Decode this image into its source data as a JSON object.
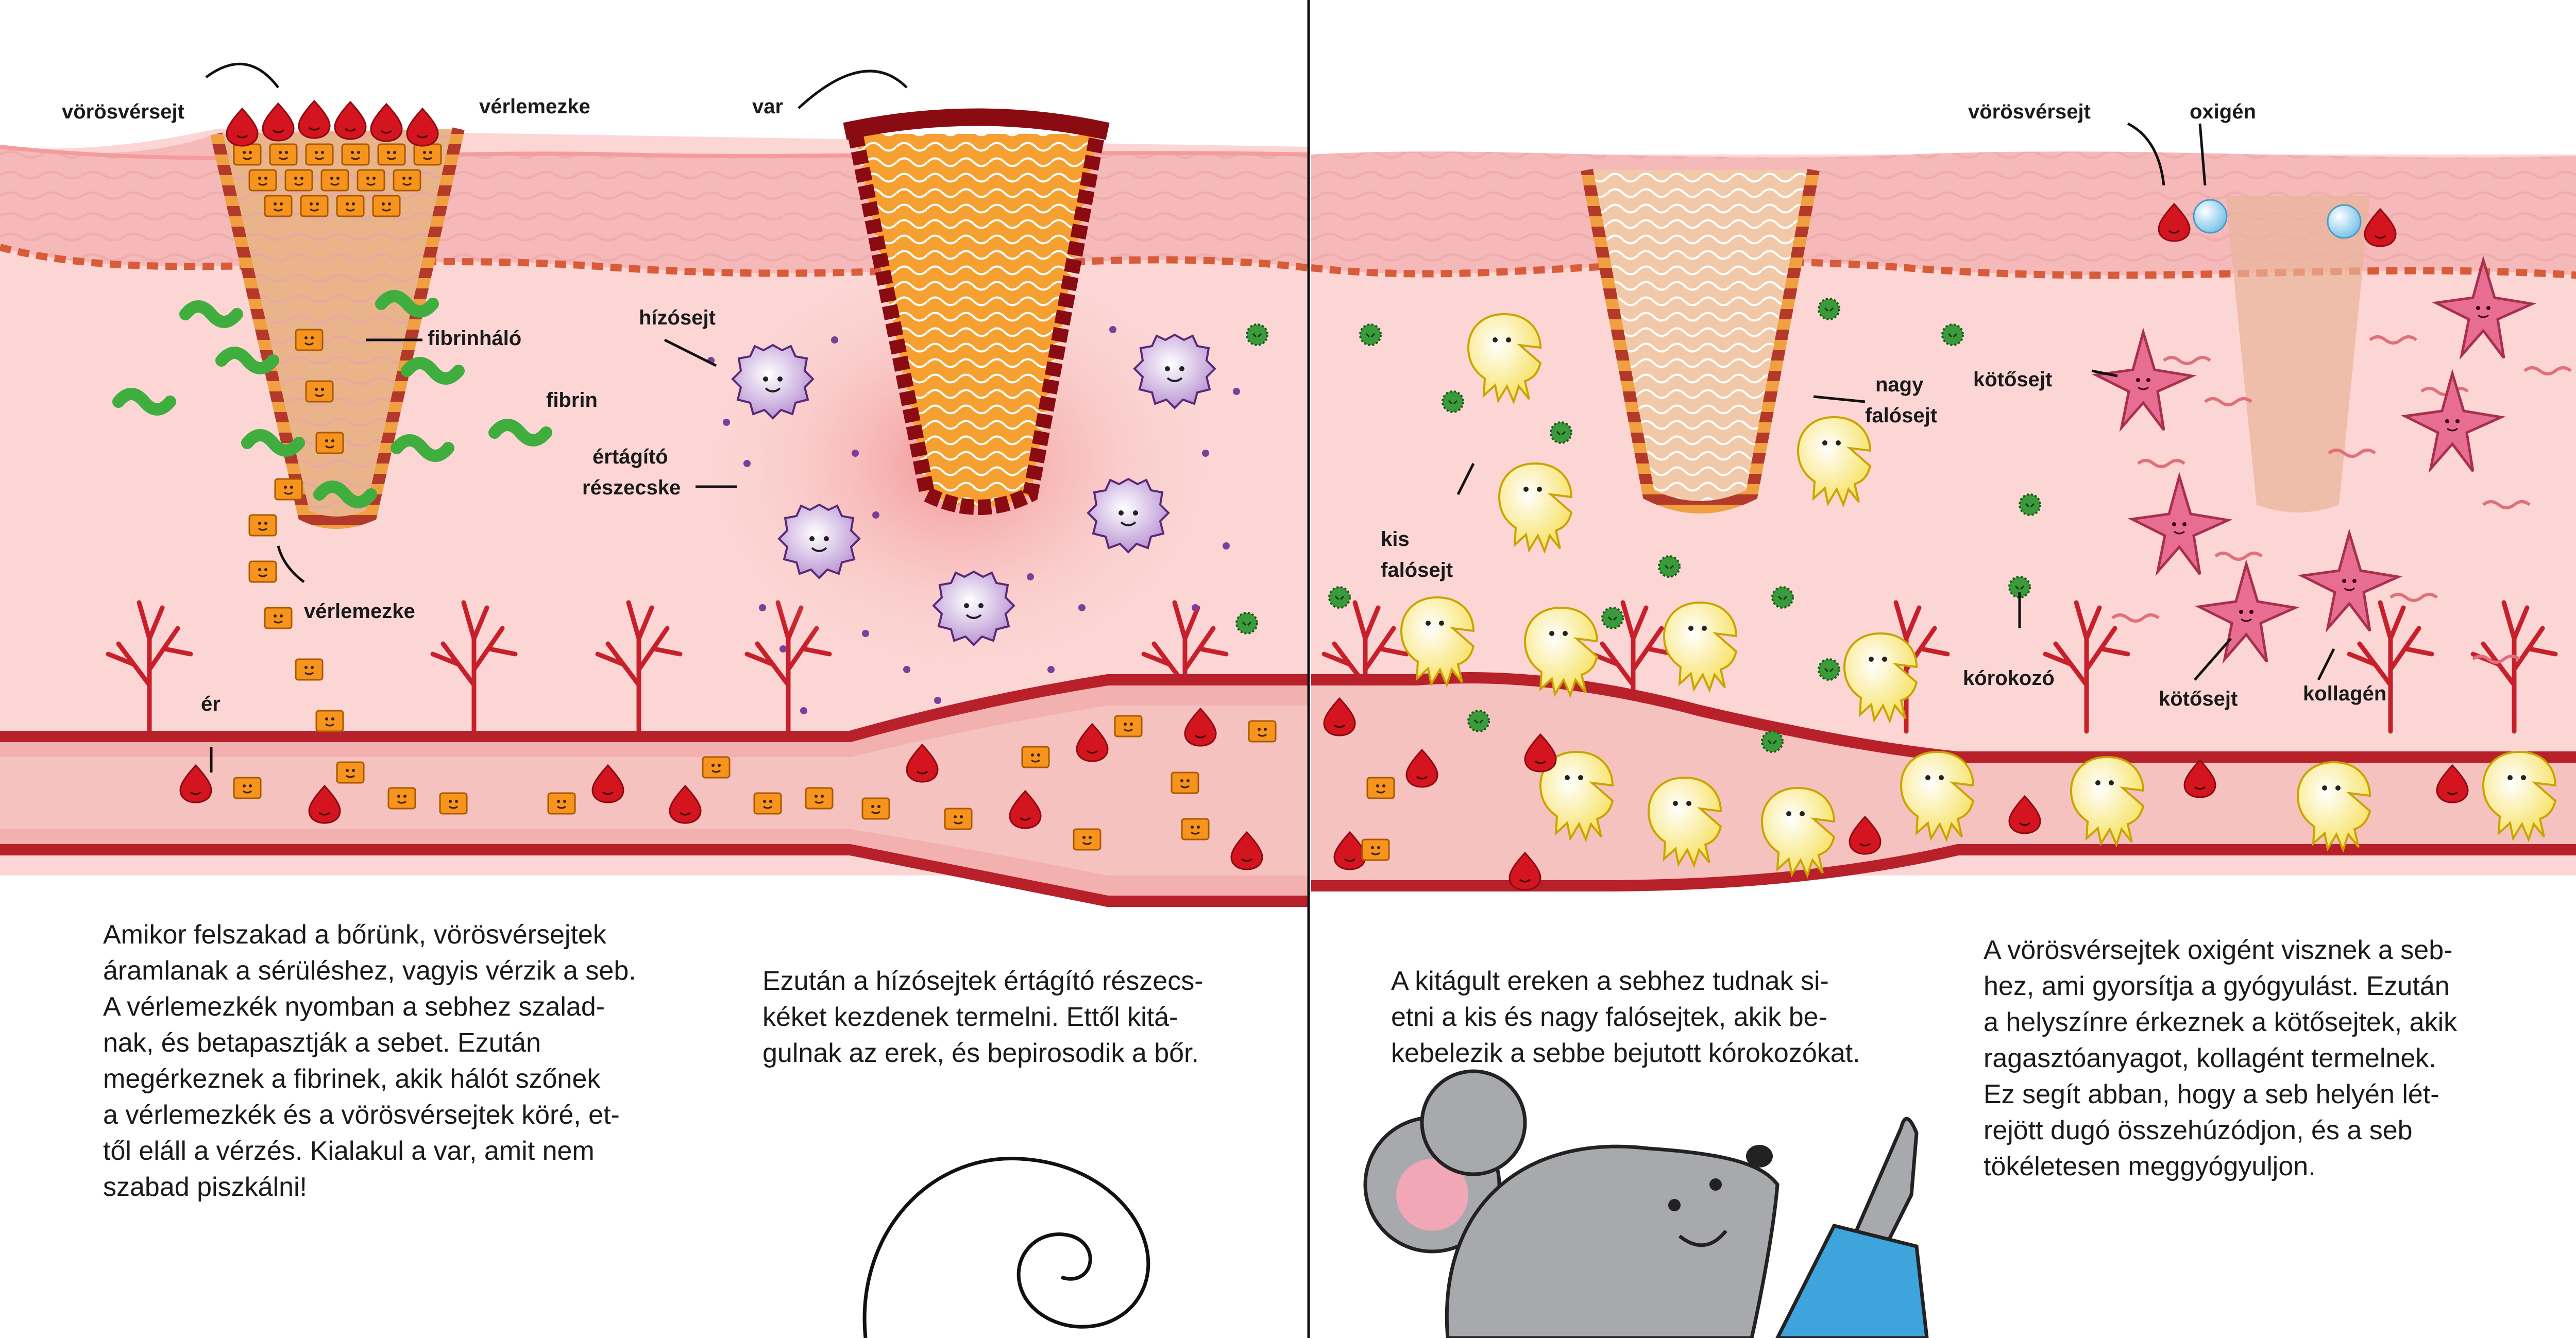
{
  "labels": {
    "red_cell_1": "vörösvérsejt",
    "platelet_1": "vérlemezke",
    "fibrin_net": "fibrinháló",
    "fibrin": "fibrin",
    "platelet_2": "vérlemezke",
    "vessel": "ér",
    "scab": "var",
    "mast_cell": "hízósejt",
    "dilator_1": "értágító",
    "dilator_2": "részecske",
    "red_cell_2": "vörösvérsejt",
    "oxygen": "oxigén",
    "big_eater_1": "nagy",
    "big_eater_2": "falósejt",
    "small_eater_1": "kis",
    "small_eater_2": "falósejt",
    "fibroblast_1": "kötősejt",
    "pathogen": "kórokozó",
    "fibroblast_2": "kötősejt",
    "collagen": "kollagén"
  },
  "paragraphs": [
    "Amikor felszakad a bőrünk, vörösvérsejtek\náramlanak a sérüléshez, vagyis vérzik a seb.\nA vérlemezkék nyomban a sebhez szalad-\nnak, és betapasztják a sebet. Ezután\nmegérkeznek a fibrinek, akik hálót szőnek\na vérlemezkék és a vörösvérsejtek köré, et-\ntől eláll a vérzés. Kialakul a var, amit nem\nszabad piszkálni!",
    "Ezután a hízósejtek értágító részecs-\nkéket kezdenek termelni. Ettől kitá-\ngulnak az erek, és bepirosodik a bőr.",
    "A kitágult ereken a sebhez tudnak si-\netni a kis és nagy falósejtek, akik be-\nkebelezik a sebbe bejutott kórokozókat.",
    "A vörösvérsejtek oxigént visznek a seb-\nhez, ami gyorsítja a gyógyulást. Ezután\na helyszínre érkeznek a kötősejtek, akik\nragasztóanyagot, kollagént termelnek.\nEz segít abban, hogy a seb helyén lét-\nrejött dugó összehúzódjon, és a seb\ntökéletesen meggyógyuljon."
  ],
  "colors": {
    "skin_outer": "#f6b9ba",
    "skin_inner": "#fbd6d4",
    "vessel": "#c8202a",
    "red_cell": "#d4141f",
    "platelet": "#f7941d",
    "fibrin": "#3fae3f",
    "mast_cell": "#8a4aa8",
    "eater": "#f9e36a",
    "fibroblast": "#e05a80",
    "mouse": "#a7a9ac",
    "sleeve": "#3ea4dc"
  }
}
